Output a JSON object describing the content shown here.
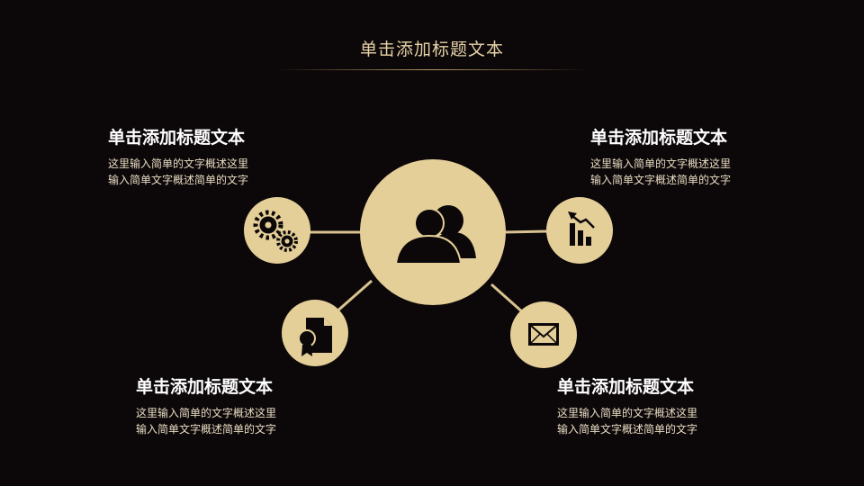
{
  "title": "单击添加标题文本",
  "items": [
    {
      "icon": "gears-icon",
      "title": "单击添加标题文本",
      "desc_line1": "这里输入简单的文字概述这里",
      "desc_line2": "输入简单文字概述简单的文字"
    },
    {
      "icon": "chart-trend-icon",
      "title": "单击添加标题文本",
      "desc_line1": "这里输入简单的文字概述这里",
      "desc_line2": "输入简单文字概述简单的文字"
    },
    {
      "icon": "certificate-icon",
      "title": "单击添加标题文本",
      "desc_line1": "这里输入简单的文字概述这里",
      "desc_line2": "输入简单文字概述简单的文字"
    },
    {
      "icon": "envelope-icon",
      "title": "单击添加标题文本",
      "desc_line1": "这里输入简单的文字概述这里",
      "desc_line2": "输入简单文字概述简单的文字"
    }
  ],
  "center_icon": "users-icon",
  "colors": {
    "background": "#0c0708",
    "gold": "#e4cf98",
    "title": "#e6d3a7",
    "connector": "#d8c28f",
    "icon": "#0c0708"
  }
}
